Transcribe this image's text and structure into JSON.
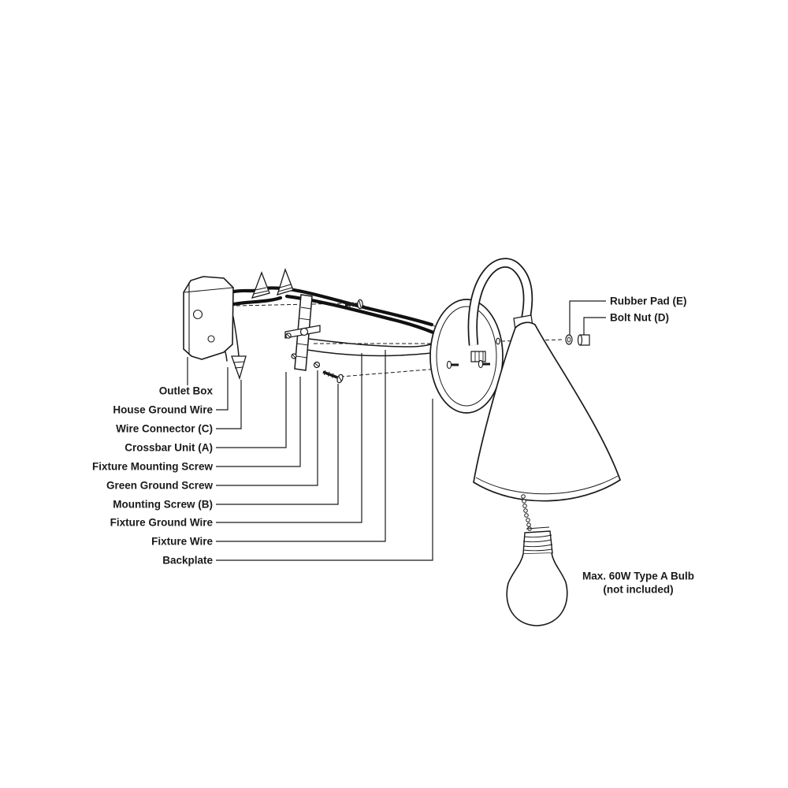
{
  "page": {
    "background": "#ffffff",
    "line_color": "#1a1a1a"
  },
  "labels": {
    "left": [
      "Outlet Box",
      "House Ground Wire",
      "Wire Connector (C)",
      "Crossbar Unit (A)",
      "Fixture Mounting Screw",
      "Green Ground Screw",
      "Mounting Screw (B)",
      "Fixture Ground Wire",
      "Fixture Wire",
      "Backplate"
    ],
    "right": [
      "Rubber Pad (E)",
      "Bolt Nut (D)"
    ],
    "note": {
      "line1": "Max. 60W Type A Bulb",
      "line2": "(not included)"
    }
  }
}
